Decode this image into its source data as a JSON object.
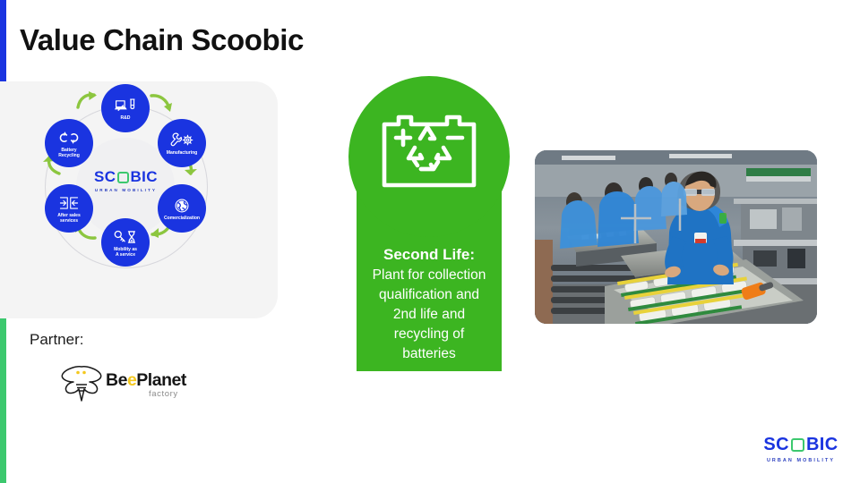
{
  "slide": {
    "title": "Value Chain Scoobic",
    "background_color": "#ffffff",
    "accent_blue": "#1a34e0",
    "accent_green": "#3cc86e",
    "badge_green": "#3cb521",
    "arrow_green": "#8cc63f"
  },
  "cycle": {
    "center_logo": {
      "part1": "SC",
      "part2": "BIC",
      "tagline": "URBAN MOBILITY"
    },
    "nodes": [
      {
        "label": "R&D",
        "icon": "laptop-testtube-icon"
      },
      {
        "label": "Manufacturing",
        "icon": "wrench-gear-icon"
      },
      {
        "label": "Comercialization",
        "icon": "globe-icon"
      },
      {
        "label": "Mobility as\nA service",
        "icon": "key-hourglass-icon"
      },
      {
        "label": "After sales\nservices",
        "icon": "exchange-arrows-icon"
      },
      {
        "label": "Battery\nRecycling",
        "icon": "recycle-loop-icon"
      }
    ]
  },
  "badge": {
    "icon": "battery-recycle-icon",
    "title": "Second Life:",
    "text": "Plant for collection\nqualification and\n2nd life and\nrecycling of\nbatteries"
  },
  "partner": {
    "label": "Partner:",
    "logo": {
      "icon": "bee-icon",
      "name_part1": "Be",
      "name_part2": "e",
      "name_part3": "Planet",
      "subtitle": "factory"
    }
  },
  "photo": {
    "alt": "battery-factory-assembly-line-photo"
  },
  "brand": {
    "part1": "SC",
    "part2": "BIC",
    "tagline": "URBAN MOBILITY"
  }
}
